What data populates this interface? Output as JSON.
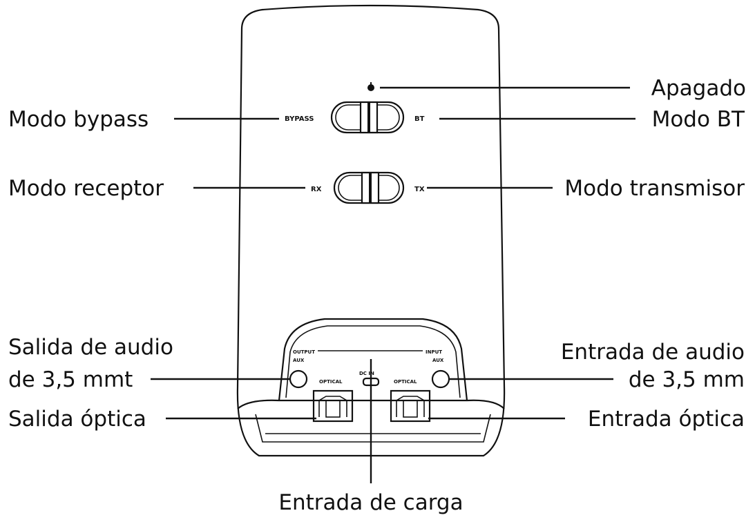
{
  "callouts": {
    "power_off": "Apagado",
    "bypass_mode": "Modo bypass",
    "bt_mode": "Modo BT",
    "receiver_mode": "Modo receptor",
    "transmitter_mode": "Modo transmisor",
    "audio_out_line1": "Salida de audio",
    "audio_out_line2": "de 3,5 mmt",
    "audio_in_line1": "Entrada de audio",
    "audio_in_line2": "de 3,5 mm",
    "optical_out": "Salida óptica",
    "optical_in": "Entrada óptica",
    "charging_input": "Entrada de carga"
  },
  "panel_labels": {
    "bypass": "BYPASS",
    "bt": "BT",
    "rx": "RX",
    "tx": "TX",
    "output": "OUTPUT",
    "aux_left": "AUX",
    "input": "INPUT",
    "aux_right": "AUX",
    "dc_in": "DC IN",
    "optical_left": "OPTICAL",
    "optical_right": "OPTICAL"
  },
  "icons": {
    "power": "power-icon"
  }
}
